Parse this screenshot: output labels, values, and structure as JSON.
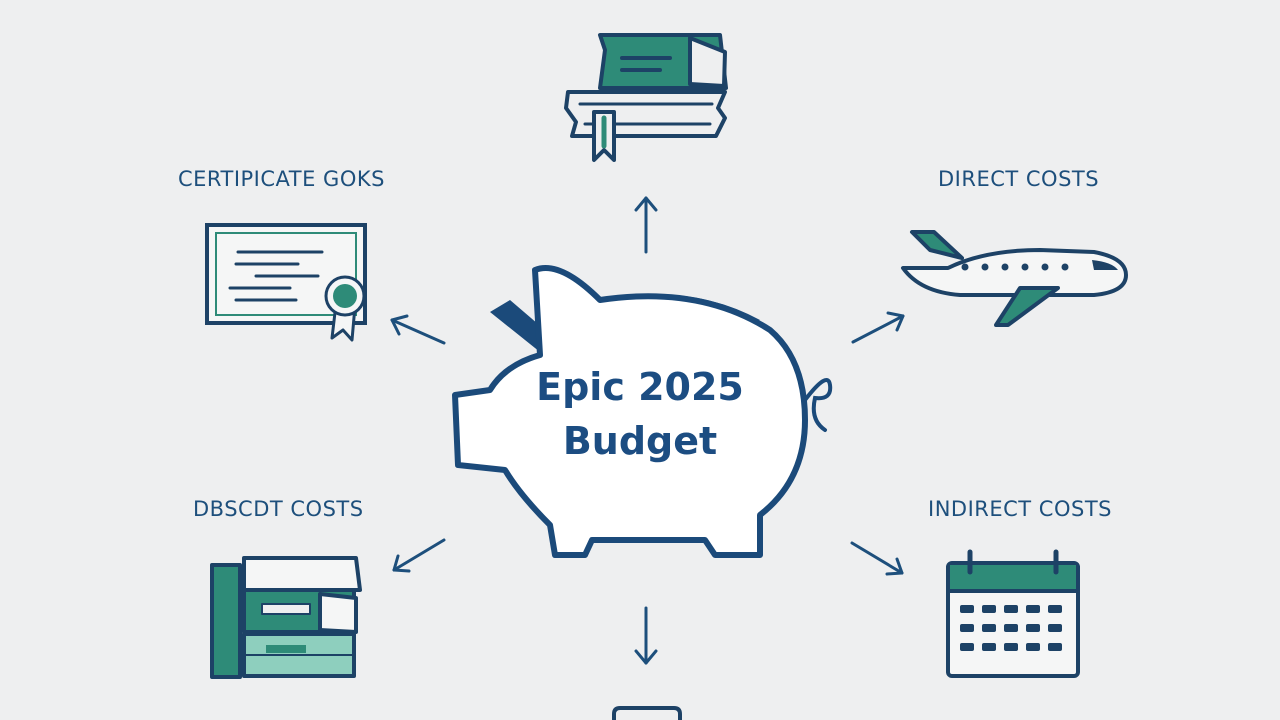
{
  "center": {
    "title_line1": "Epic 2025",
    "title_line2": "Budget"
  },
  "labels": {
    "top_left": "CERTIPICATE GOKS",
    "top_right": "DIRECT COSTS",
    "bottom_left": "DBSCDT COSTS",
    "bottom_right": "INDIRECT COSTS"
  },
  "colors": {
    "navy": "#1b4a7a",
    "teal": "#2e8b78",
    "teal_dark": "#1f6f60",
    "teal_light": "#8ecfbe",
    "outline": "#1d4266",
    "background": "#eeeff0"
  },
  "icons": [
    "books-with-bookmark-icon",
    "certificate-icon",
    "airplane-icon",
    "piggy-bank-icon",
    "book-stack-icon",
    "calendar-icon"
  ]
}
